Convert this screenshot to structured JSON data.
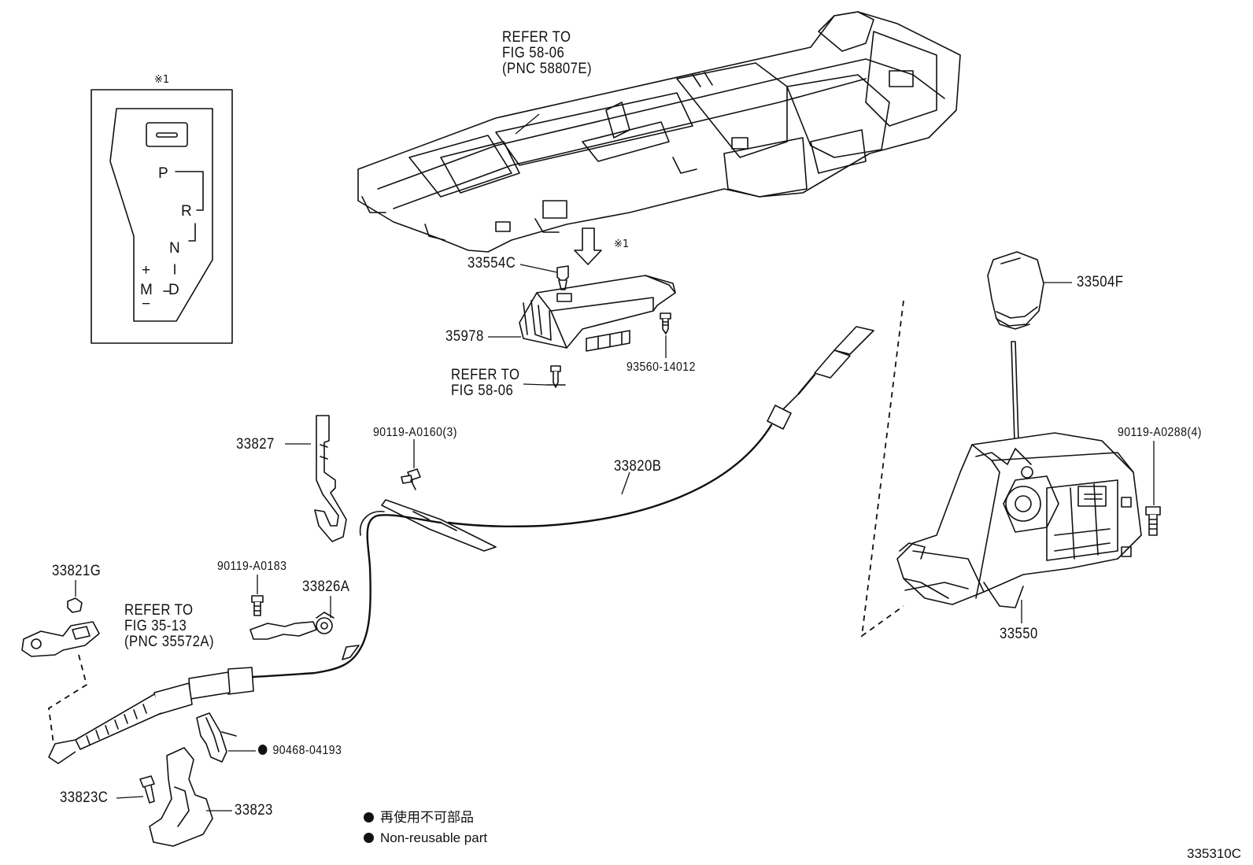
{
  "labels": {
    "part_33554c": "33554C",
    "part_35978": "35978",
    "part_93560": "93560-14012",
    "part_33504f": "33504F",
    "part_90119_a0288": "90119-A0288(4)",
    "part_33550": "33550",
    "part_33827": "33827",
    "part_90119_a0160": "90119-A0160(3)",
    "part_33820b": "33820B",
    "part_33821g": "33821G",
    "part_90119_a0183": "90119-A0183",
    "part_33826a": "33826A",
    "part_90468": "90468-04193",
    "part_33823c": "33823C",
    "part_33823": "33823"
  },
  "refs": {
    "top": [
      "REFER TO",
      "FIG 58-06",
      "(PNC 58807E)"
    ],
    "mid": [
      "REFER TO",
      "FIG 58-06"
    ],
    "left": [
      "REFER TO",
      "FIG 35-13",
      "(PNC 35572A)"
    ]
  },
  "inset": {
    "mark": "※1",
    "arrow_mark": "※1",
    "gears": {
      "p": "P",
      "r": "R",
      "n": "N",
      "d": "D",
      "m": "M",
      "plus": "+",
      "minus": "−",
      "dash": "-",
      "bar": "|"
    }
  },
  "legend": {
    "jp": "再使用不可部品",
    "en": "Non-reusable part"
  },
  "figure_code": "335310C"
}
